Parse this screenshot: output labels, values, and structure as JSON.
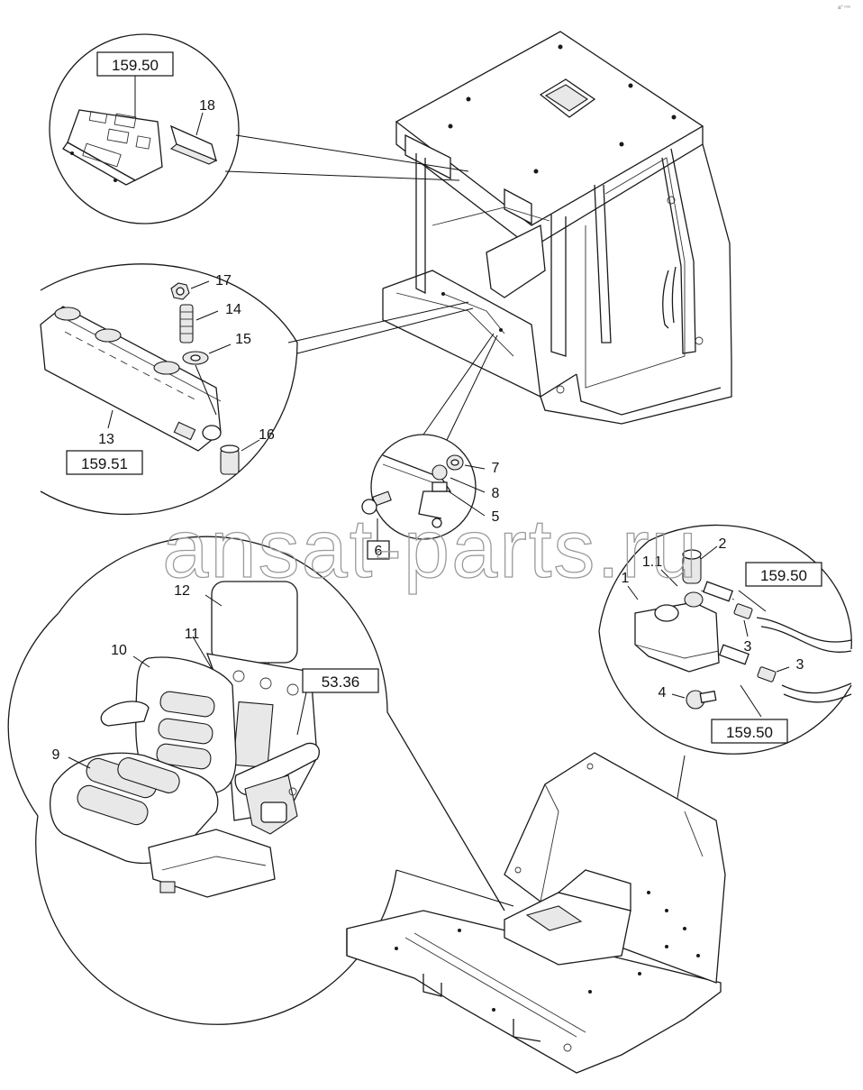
{
  "corner_mark": "a° ⁿⁿⁿ",
  "watermark": "ansat-parts.ru",
  "callouts": {
    "c1": "1",
    "c1_1": "1.1",
    "c2": "2",
    "c3a": "3",
    "c3b": "3",
    "c4": "4",
    "c5": "5",
    "c6": "6",
    "c7": "7",
    "c8": "8",
    "c9": "9",
    "c10": "10",
    "c11": "11",
    "c12": "12",
    "c13": "13",
    "c14": "14",
    "c15": "15",
    "c16": "16",
    "c17": "17",
    "c18": "18"
  },
  "refs": {
    "r_sun_visor": "159.50",
    "r_light": "159.51",
    "r_seat": "53.36",
    "r_washer_top": "159.50",
    "r_washer_bottom": "159.50"
  }
}
